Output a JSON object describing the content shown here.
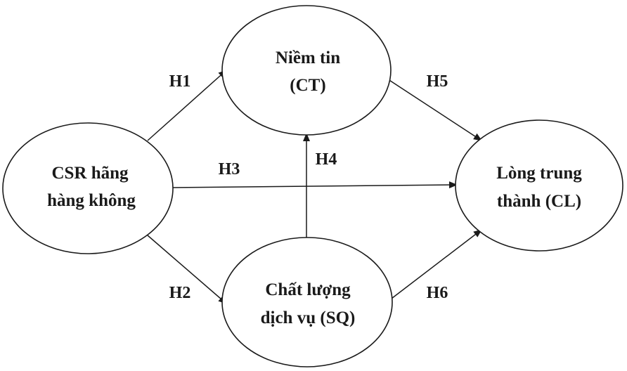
{
  "diagram": {
    "nodes": {
      "csr": {
        "line1": "CSR hãng",
        "line2": "hàng không"
      },
      "trust": {
        "line1": "Niềm tin",
        "line2": "(CT)"
      },
      "quality": {
        "line1": "Chất lượng",
        "line2": "dịch vụ (SQ)"
      },
      "loyalty": {
        "line1": "Lòng trung",
        "line2": "thành (CL)"
      }
    },
    "edges": {
      "h1": "H1",
      "h2": "H2",
      "h3": "H3",
      "h4": "H4",
      "h5": "H5",
      "h6": "H6"
    },
    "colors": {
      "stroke": "#1a1a1a",
      "background": "#ffffff"
    }
  }
}
